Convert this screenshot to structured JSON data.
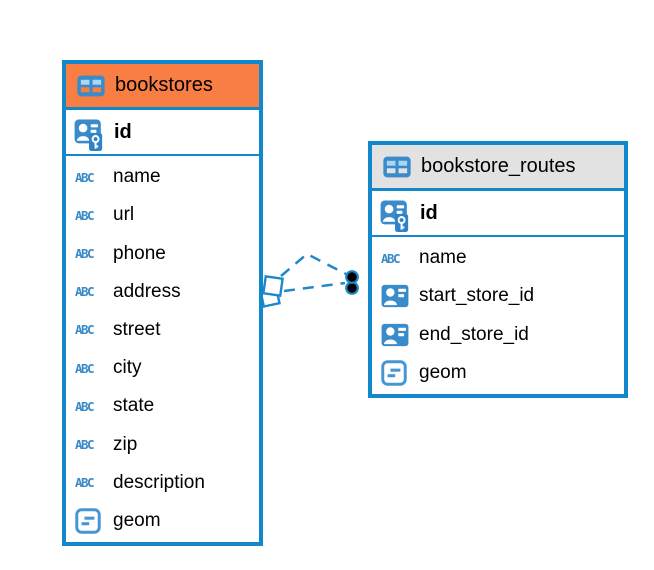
{
  "colors": {
    "accent": "#1287CC",
    "icon-blue": "#3A8BC9",
    "icon-cell": "#A9D6F2",
    "line": "#1E88C9",
    "text": "#000000",
    "canvas-bg": "#FFFFFF"
  },
  "tables": [
    {
      "name": "bookstores",
      "header_color": "#F97E43",
      "primary_key": {
        "name": "id",
        "icon": "primary-key-icon"
      },
      "columns": [
        {
          "name": "name",
          "icon": "text-type-icon"
        },
        {
          "name": "url",
          "icon": "text-type-icon"
        },
        {
          "name": "phone",
          "icon": "text-type-icon"
        },
        {
          "name": "address",
          "icon": "text-type-icon"
        },
        {
          "name": "street",
          "icon": "text-type-icon"
        },
        {
          "name": "city",
          "icon": "text-type-icon"
        },
        {
          "name": "state",
          "icon": "text-type-icon"
        },
        {
          "name": "zip",
          "icon": "text-type-icon"
        },
        {
          "name": "description",
          "icon": "text-type-icon"
        },
        {
          "name": "geom",
          "icon": "geometry-type-icon"
        }
      ]
    },
    {
      "name": "bookstore_routes",
      "header_color": "#E2E2E2",
      "primary_key": {
        "name": "id",
        "icon": "primary-key-icon"
      },
      "columns": [
        {
          "name": "name",
          "icon": "text-type-icon"
        },
        {
          "name": "start_store_id",
          "icon": "reference-type-icon"
        },
        {
          "name": "end_store_id",
          "icon": "reference-type-icon"
        },
        {
          "name": "geom",
          "icon": "geometry-type-icon"
        }
      ]
    }
  ],
  "relationship": {
    "from_table": "bookstores",
    "to_table": "bookstore_routes",
    "line_style": "dashed",
    "from_endpoint": "diamond",
    "to_endpoints": [
      "dot",
      "dot"
    ]
  }
}
